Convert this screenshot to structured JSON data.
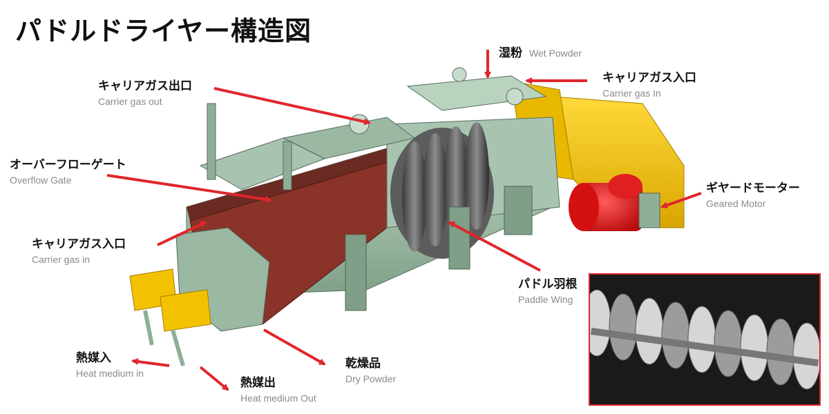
{
  "title": "パドルドライヤー構造図",
  "labels": {
    "wet_powder": {
      "jp": "湿粉",
      "en": "Wet Powder"
    },
    "carrier_gas_in_top": {
      "jp": "キャリアガス入口",
      "en": "Carrier gas In"
    },
    "carrier_gas_out": {
      "jp": "キャリアガス出口",
      "en": "Carrier gas out"
    },
    "overflow_gate": {
      "jp": "オーバーフローゲート",
      "en": "Overflow Gate"
    },
    "carrier_gas_in_left": {
      "jp": "キャリアガス入口",
      "en": "Carrier gas in"
    },
    "geared_motor": {
      "jp": "ギヤードモーター",
      "en": "Geared Motor"
    },
    "paddle_wing": {
      "jp": "パドル羽根",
      "en": "Paddle Wing"
    },
    "heat_medium_in": {
      "jp": "熱媒入",
      "en": "Heat medium in"
    },
    "heat_medium_out": {
      "jp": "熱媒出",
      "en": "Heat medium Out"
    },
    "dry_powder": {
      "jp": "乾燥品",
      "en": "Dry Powder"
    }
  },
  "colors": {
    "arrow": "#e0262b",
    "machine_body": "#9fbfa8",
    "machine_jacket": "#7a2a22",
    "gearbox": "#f2c200",
    "motor": "#e01414",
    "photo_frame": "#e0262b"
  }
}
